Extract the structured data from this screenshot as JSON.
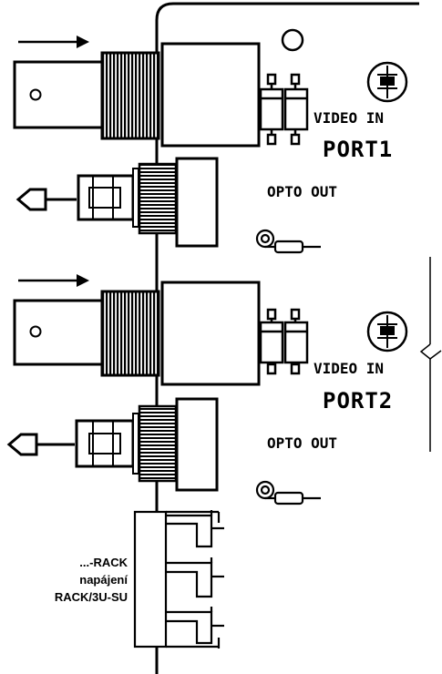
{
  "ports": [
    {
      "video_label": "VIDEO IN",
      "port_label": "PORT1",
      "opto_label": "OPTO OUT"
    },
    {
      "video_label": "VIDEO IN",
      "port_label": "PORT2",
      "opto_label": "OPTO OUT"
    }
  ],
  "power_note": [
    "...-RACK",
    "napájení",
    "RACK/3U-SU"
  ],
  "colors": {
    "line": "#000000",
    "background": "#ffffff"
  }
}
